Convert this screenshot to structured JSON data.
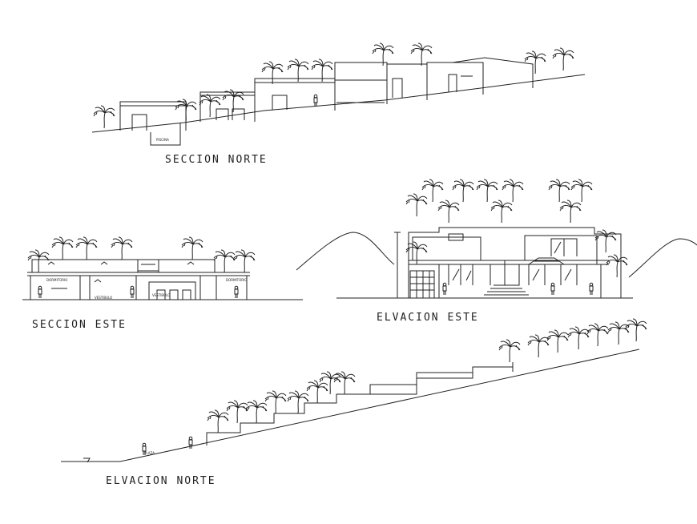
{
  "drawing": {
    "ink_color": "#222222",
    "paper_color": "#ffffff"
  },
  "sheets": {
    "seccion_norte": {
      "title": "SECCION  NORTE",
      "room_label": "PISCINA"
    },
    "seccion_este": {
      "title": "SECCION  ESTE",
      "room_labels": [
        "DORMITORIO",
        "VESTIBULO",
        "VESTIBULO",
        "DORMITORIO"
      ]
    },
    "elevacion_este": {
      "title": "ELVACION ESTE"
    },
    "elevacion_norte": {
      "title": "ELVACION NORTE",
      "ground_label": "PLAZA"
    }
  }
}
